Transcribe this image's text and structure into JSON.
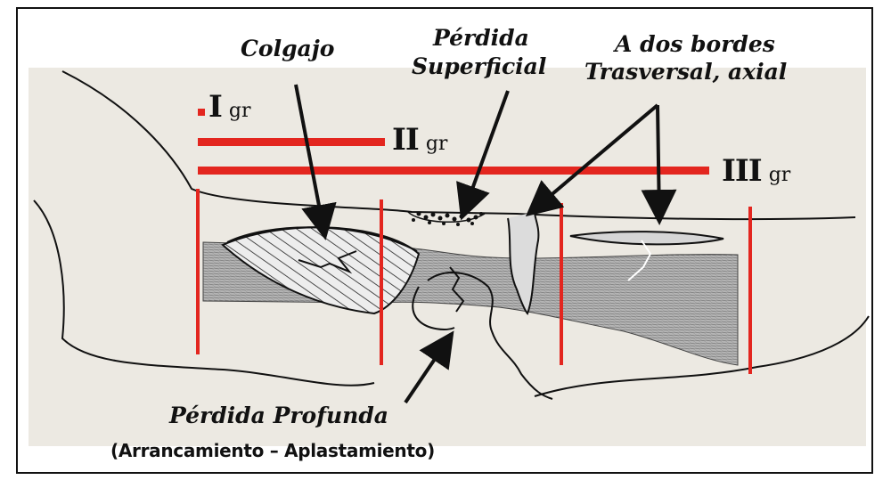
{
  "labels": {
    "colgajo": "Colgajo",
    "perdida_superficial_1": "Pérdida",
    "perdida_superficial_2": "Superficial",
    "dos_bordes_1": "A dos bordes",
    "dos_bordes_2": "Trasversal, axial",
    "perdida_profunda": "Pérdida Profunda",
    "arrancamiento": "(Arrancamiento – Aplastamiento)"
  },
  "grades": [
    {
      "num": "I",
      "unit": "gr"
    },
    {
      "num": "II",
      "unit": "gr"
    },
    {
      "num": "III",
      "unit": "gr"
    }
  ],
  "colors": {
    "grade_bar": "#e3261f",
    "arrow": "#111111",
    "muscle_fill": "#a9a9a9",
    "ink": "#111111"
  }
}
